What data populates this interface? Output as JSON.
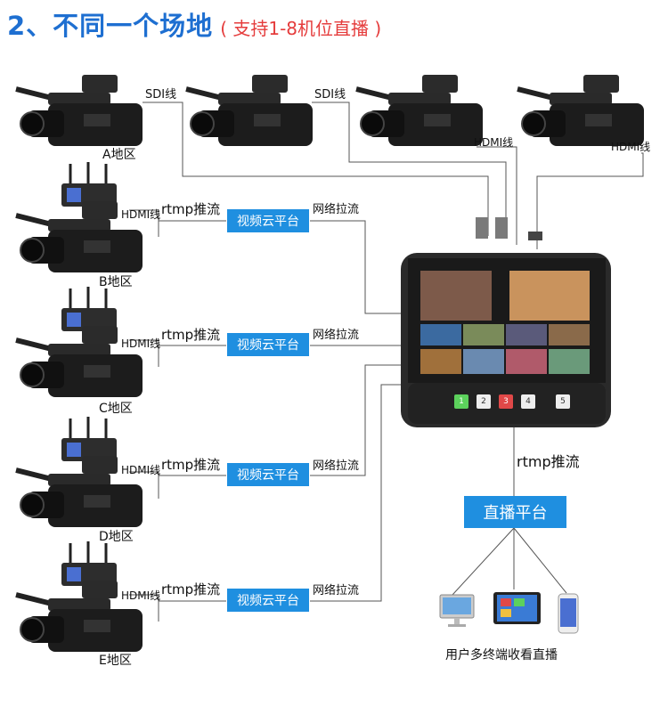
{
  "title": {
    "main": "2、不同一个场地",
    "sub": "( 支持1-8机位直播 )"
  },
  "labels": {
    "sdi_cable": "SDI线",
    "hdmi_cable": "HDMI线",
    "rtmp_push": "rtmp推流",
    "cloud_platform": "视频云平台",
    "net_pull": "网络拉流",
    "live_platform": "直播平台",
    "users_caption": "用户多终端收看直播"
  },
  "areas": [
    {
      "id": "A",
      "label": "A地区"
    },
    {
      "id": "B",
      "label": "B地区"
    },
    {
      "id": "C",
      "label": "C地区"
    },
    {
      "id": "D",
      "label": "D地区"
    },
    {
      "id": "E",
      "label": "E地区"
    }
  ],
  "switcher": {
    "buttons": [
      "1",
      "2",
      "3",
      "4",
      "5"
    ]
  },
  "colors": {
    "title_blue": "#1e6fd1",
    "title_red": "#e53c3c",
    "platform_blue": "#1f8fe0"
  }
}
